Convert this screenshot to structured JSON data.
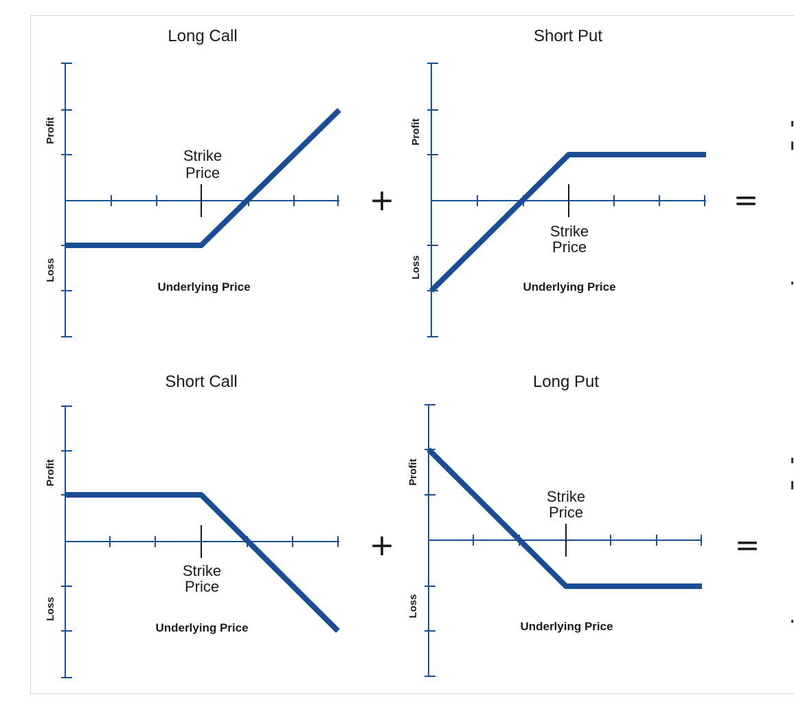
{
  "panels": [
    {
      "id": "long-call",
      "title": "Long Call",
      "xlabel": "Underlying Price",
      "profit_label": "Profit",
      "loss_label": "Loss",
      "strike_label": [
        "Strike",
        "Price"
      ]
    },
    {
      "id": "short-put",
      "title": "Short Put",
      "xlabel": "Underlying Price",
      "profit_label": "Profit",
      "loss_label": "Loss",
      "strike_label": [
        "Strike",
        "Price"
      ]
    },
    {
      "id": "short-call",
      "title": "Short Call",
      "xlabel": "Underlying Price",
      "profit_label": "Profit",
      "loss_label": "Loss",
      "strike_label": [
        "Strike",
        "Price"
      ]
    },
    {
      "id": "long-put",
      "title": "Long Put",
      "xlabel": "Underlying Price",
      "profit_label": "Profit",
      "loss_label": "Loss",
      "strike_label": [
        "Strike",
        "Price"
      ]
    }
  ],
  "operators": {
    "plus": "+",
    "equals": "="
  },
  "colors": {
    "payoff_line": "#1a4d94",
    "axis": "#1b4f96",
    "text": "#1a1a1a",
    "border": "#d4d4d4"
  }
}
